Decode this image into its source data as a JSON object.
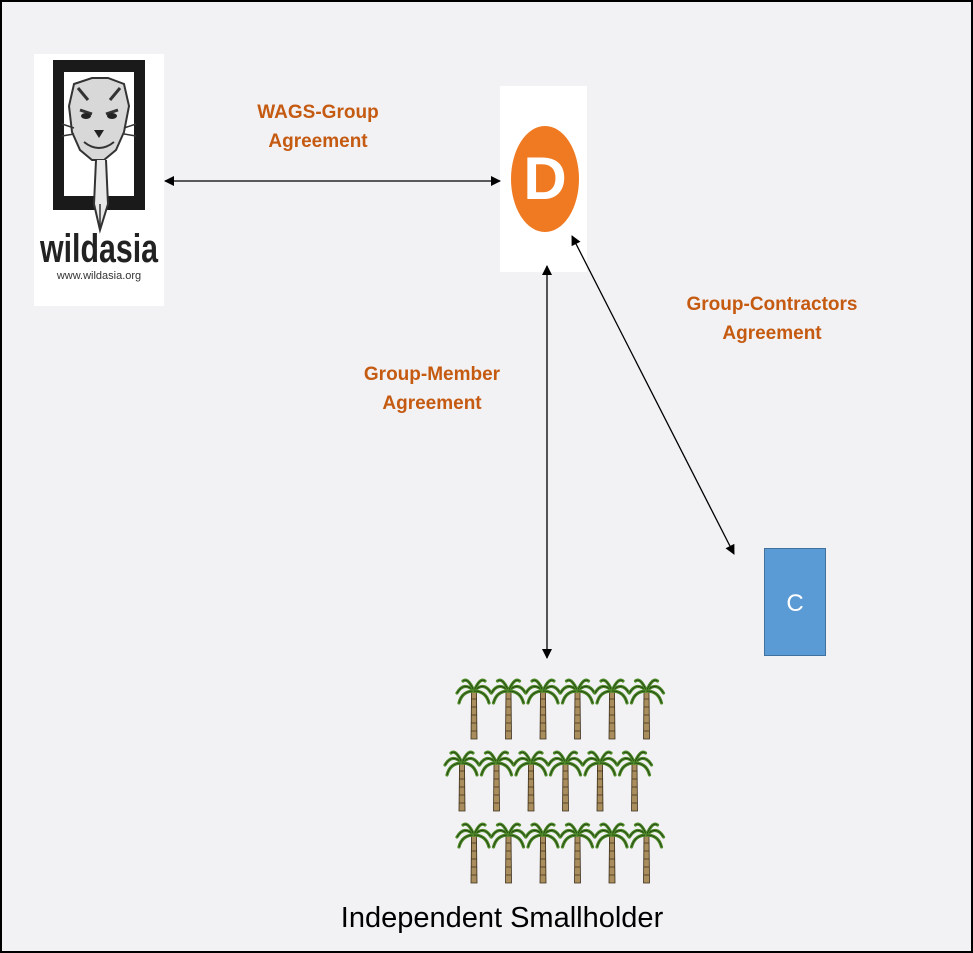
{
  "logo": {
    "brand": "wildasia",
    "url": "www.wildasia.org"
  },
  "group_logo": {
    "letter": "D",
    "color": "#f07a22"
  },
  "contractor": {
    "letter": "C",
    "color": "#5b9bd5"
  },
  "labels": {
    "wags_group": [
      "WAGS-Group",
      "Agreement"
    ],
    "group_member": [
      "Group-Member",
      "Agreement"
    ],
    "group_contractors": [
      "Group-Contractors",
      "Agreement"
    ]
  },
  "smallholder": {
    "caption": "Independent Smallholder",
    "rows": [
      6,
      6,
      6
    ]
  },
  "colors": {
    "label": "#c55a11",
    "background": "#f2f2f4"
  }
}
